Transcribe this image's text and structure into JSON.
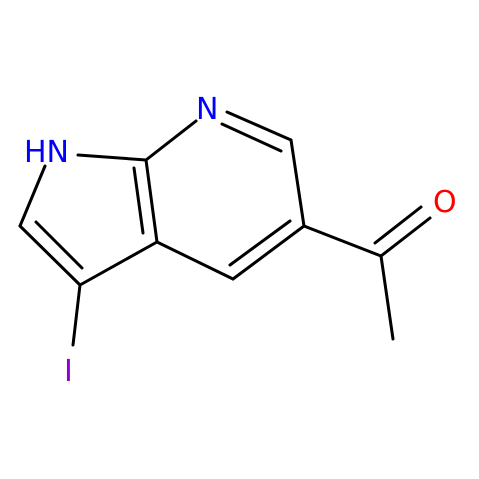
{
  "molecule": {
    "atoms": {
      "nh": {
        "label": "HN",
        "color": "#0000ff"
      },
      "n_ring": {
        "label": "N",
        "color": "#0000ff"
      },
      "o": {
        "label": "O",
        "color": "#ff0000"
      },
      "i": {
        "label": "I",
        "color": "#9400d3"
      }
    },
    "bond_color": "#000000"
  }
}
